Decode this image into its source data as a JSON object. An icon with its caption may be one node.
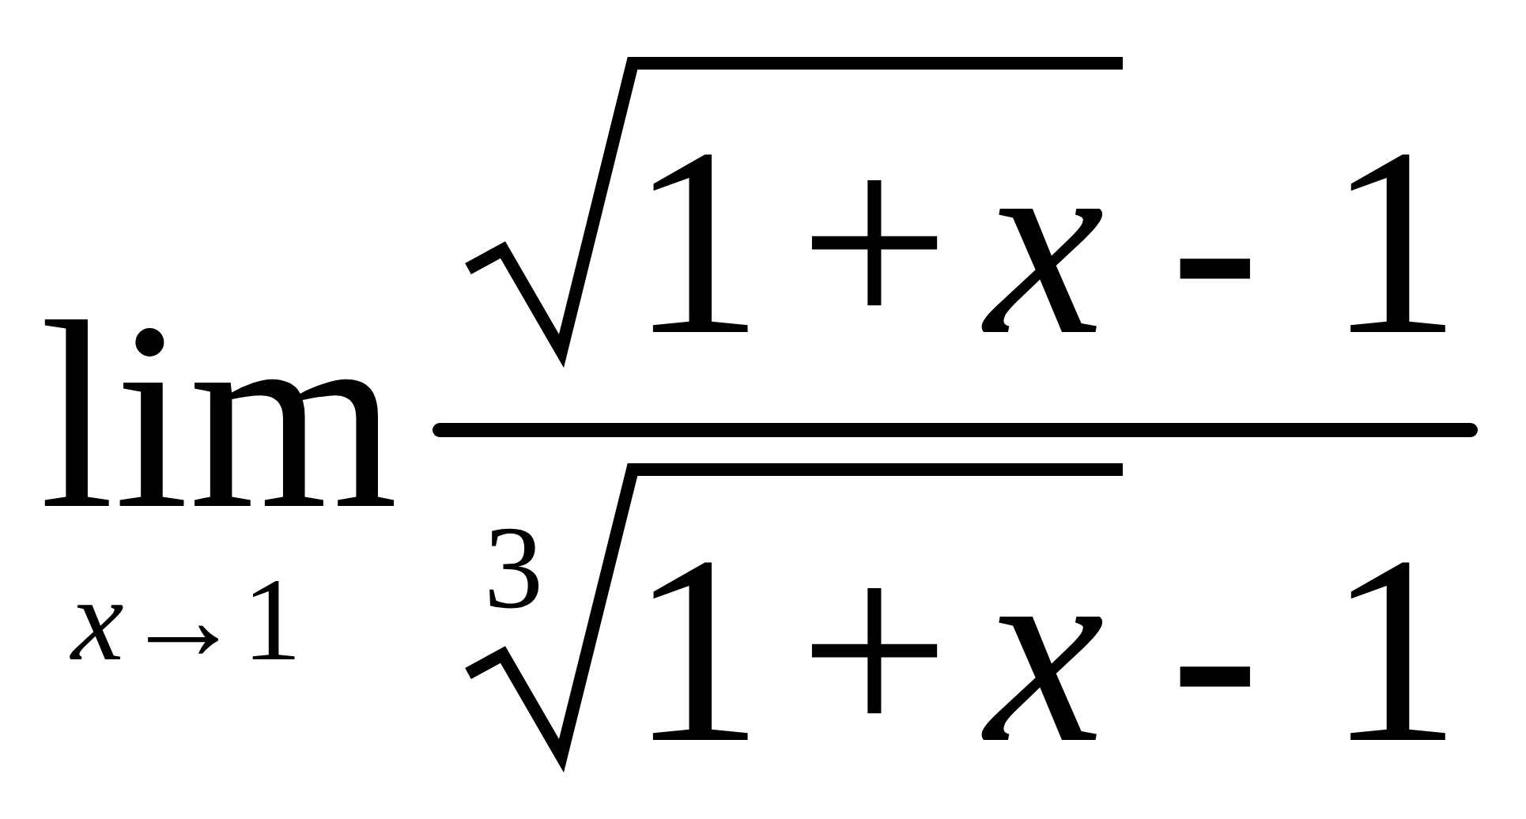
{
  "diagram": {
    "labels": [
      "lim",
      "*x*→1",
      "1+*x*",
      "- 1",
      "3",
      "1+*x*",
      "- 1"
    ]
  }
}
